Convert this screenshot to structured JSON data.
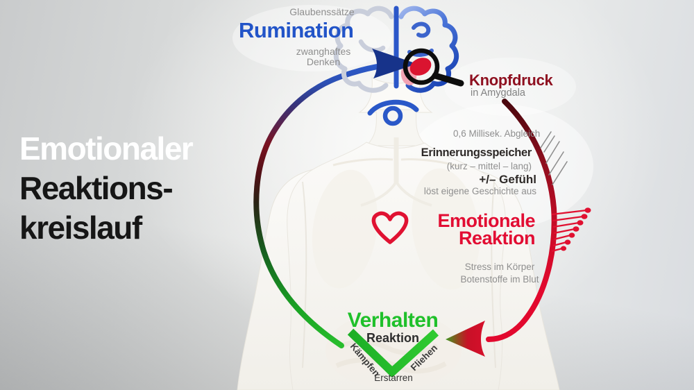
{
  "title": {
    "line1": "Emotionaler",
    "line2": "Reaktions-",
    "line3": "kreislauf"
  },
  "cycle": {
    "rumination": {
      "above": "Glaubenssätze",
      "label": "Rumination",
      "below1": "zwanghaftes",
      "below2": "Denken"
    },
    "knopfdruck": {
      "label": "Knopfdruck",
      "sub": "in Amygdala"
    },
    "abgleich": "0,6 Millisek. Abgleich",
    "erinnerung": {
      "label": "Erinnerungsspeicher",
      "sub": "(kurz – mittel – lang)"
    },
    "gefuehl": {
      "label": "+/– Gefühl",
      "sub": "löst eigene Geschichte aus"
    },
    "emotionale": {
      "line1": "Emotionale",
      "line2": "Reaktion",
      "sub1": "Stress im Körper",
      "sub2": "Botenstoffe im Blut"
    },
    "verhalten": {
      "label": "Verhalten",
      "sub": "Reaktion",
      "options": [
        "Kämpfen",
        "Fliehen",
        "Erstarren"
      ]
    }
  },
  "icons": [
    "brain-icon",
    "magnifier-icon",
    "eye-icon",
    "heart-icon",
    "check-icon"
  ],
  "colors": {
    "rumination_blue": "#2254c8",
    "knopfdruck_darkred": "#8e1020",
    "emotion_red": "#e20d33",
    "verhalten_green": "#1fc02a",
    "title_white": "#ffffff",
    "title_black": "#161616",
    "caption_gray": "#8f8f8f"
  }
}
